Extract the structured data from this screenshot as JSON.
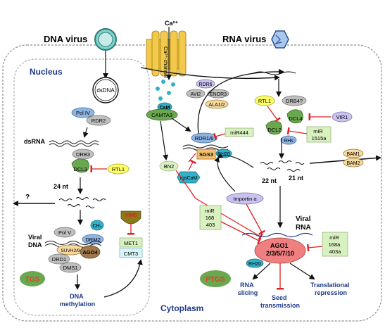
{
  "title_dna": "DNA virus",
  "title_rna": "RNA virus",
  "ca_top": "Ca²⁺",
  "ca_channel": "Ca²⁺-channel",
  "compartments": {
    "nucleus": "Nucleus",
    "cytoplasm": "Cytoplasm"
  },
  "nuc": {
    "dsdna": "dsDNA",
    "pol_iv": "Pol IV",
    "rdr2": "RDR2",
    "dsrna": "dsRNA",
    "drb3": "DRB3",
    "dcl3": "DCL3",
    "rtl1": "RTL1",
    "nt24": "24 nt",
    "question": "?",
    "ch3": "CH₃",
    "viral_dna": "Viral\nDNA",
    "pol_v": "Pol V",
    "drm2": "DRM2",
    "suvh": "SUVH2/9",
    "ago4": "AGO4",
    "drd1": "DRD1",
    "dms1": "DMS1",
    "vim5": "VIM5",
    "met1": "MET1",
    "cmt3": "CMT3",
    "tgs": "TGS",
    "dna_meth": "DNA\nmethylation"
  },
  "cyto": {
    "cam": "CaM",
    "camta3": "CAMTA3",
    "rdr6_small": "RDR6",
    "avi2": "AVI2",
    "enor3": "ENOR3",
    "ala12": "ALA1/2",
    "rdr16": "RDR1/6",
    "mir444": "miR444",
    "sgs3": "SGS3",
    "rh20a": "RH20",
    "bn2": "BN2",
    "rgscam": "rgsCaM",
    "importin": "Importin α",
    "mir168": "miR\n168\n403",
    "rtl1": "RTL1",
    "drb4": "DRB4?",
    "dcl4": "DCL4",
    "dcl2": "DCL2",
    "rhs": "RHs",
    "vir1": "VIR1",
    "mir1515": "miR\n1515a",
    "bam1": "BAM1",
    "bam2": "BAM2",
    "nt22": "22 nt",
    "nt21": "21 nt",
    "viral_rna": "Viral\nRNA",
    "ago1": "AGO1\n2/3/5/7/10",
    "rh20b": "RH20",
    "mir168a": "miR\n168a\n403a",
    "ptgs": "PTGS",
    "rna_slicing": "RNA\nslicing",
    "seed": "Seed\ntransmission",
    "transl": "Translational\nrepression"
  },
  "colors": {
    "grey_pill": "#bfbfbf",
    "blue_pill": "#8db4e2",
    "teal_pill": "#31b0c8",
    "green_pill": "#6aa84f",
    "yellow_pill": "#ffff66",
    "lavender_pill": "#c9c3f0",
    "mir_box": "#d9f0c0",
    "ago1": "#f08080",
    "tgs": "#e83a2a",
    "ptgs": "#e83a2a",
    "channel": "#f3c94b",
    "inhib": "#e02020",
    "label_blue": "#1f3a8a"
  }
}
